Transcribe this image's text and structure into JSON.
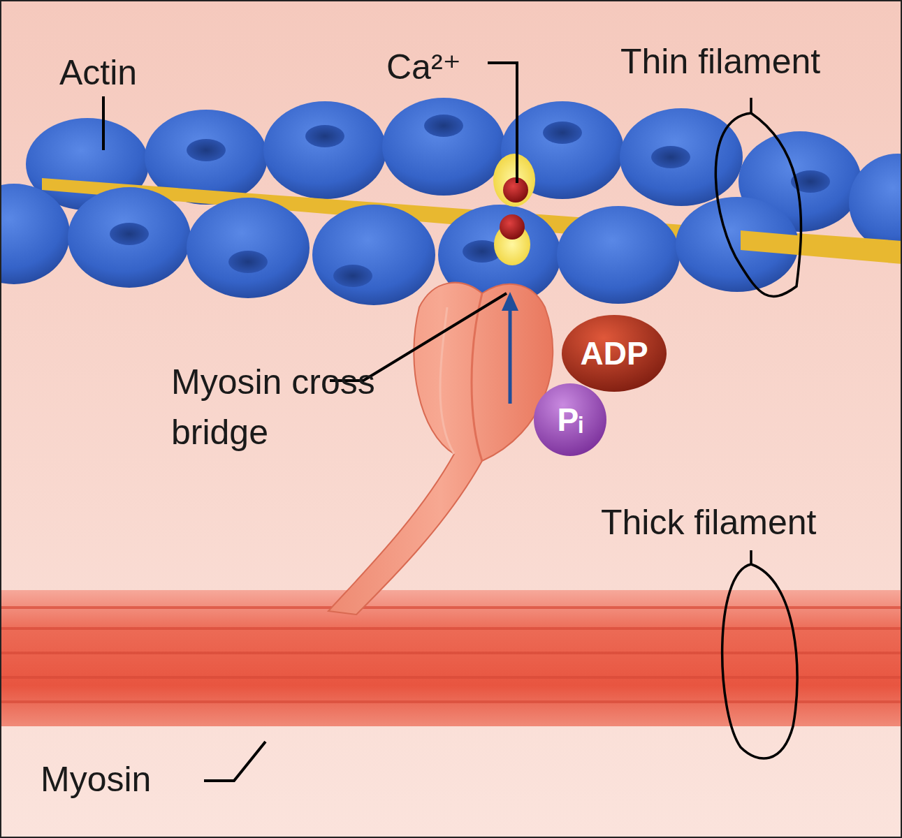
{
  "diagram": {
    "nodes": [
      {
        "text": [
          "ADP"
        ]
      },
      {
        "text": [
          "Pᵢ"
        ]
      }
    ],
    "labels": [
      "Actin",
      "Ca²⁺",
      "Thin filament",
      "Myosin cross bridge",
      "Thick filament",
      "Myosin"
    ]
  }
}
